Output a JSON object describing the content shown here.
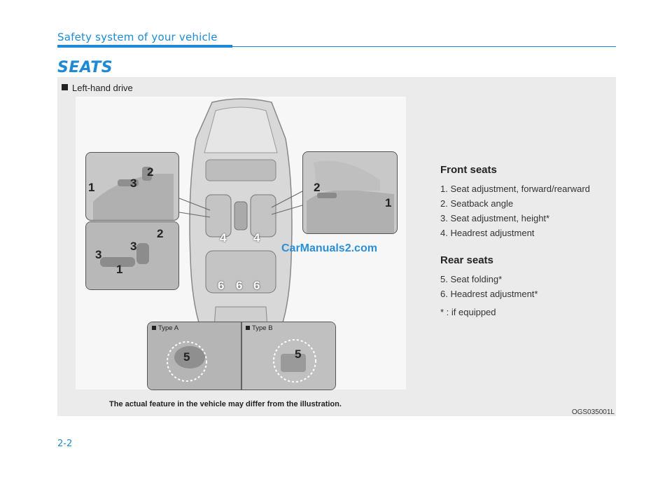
{
  "header": {
    "section": "Safety system of your vehicle",
    "title": "SEATS"
  },
  "figure": {
    "drive_label": "Left-hand drive",
    "callouts": {
      "c1a": "1",
      "c2a": "2",
      "c3a": "3",
      "c1b": "1",
      "c2b": "2",
      "c3b": "3",
      "c3c": "3",
      "c2c": "2",
      "c1c": "1",
      "c4a": "4",
      "c4b": "4",
      "c6a": "6",
      "c6b": "6",
      "c6c": "6",
      "c5a": "5",
      "c5b": "5"
    },
    "type_a": "Type A",
    "type_b": "Type B",
    "watermark": "CarManuals2.com",
    "disclaimer": "The actual feature in the vehicle may differ from the illustration.",
    "code": "OGS035001L"
  },
  "info": {
    "front_title": "Front seats",
    "front_items": [
      "1. Seat adjustment, forward/rearward",
      "2. Seatback angle",
      "3. Seat adjustment, height*",
      "4. Headrest adjustment"
    ],
    "rear_title": "Rear seats",
    "rear_items": [
      "5. Seat folding*",
      "6. Headrest adjustment*"
    ],
    "note": "* : if equipped"
  },
  "footer": {
    "page": "2-2"
  }
}
